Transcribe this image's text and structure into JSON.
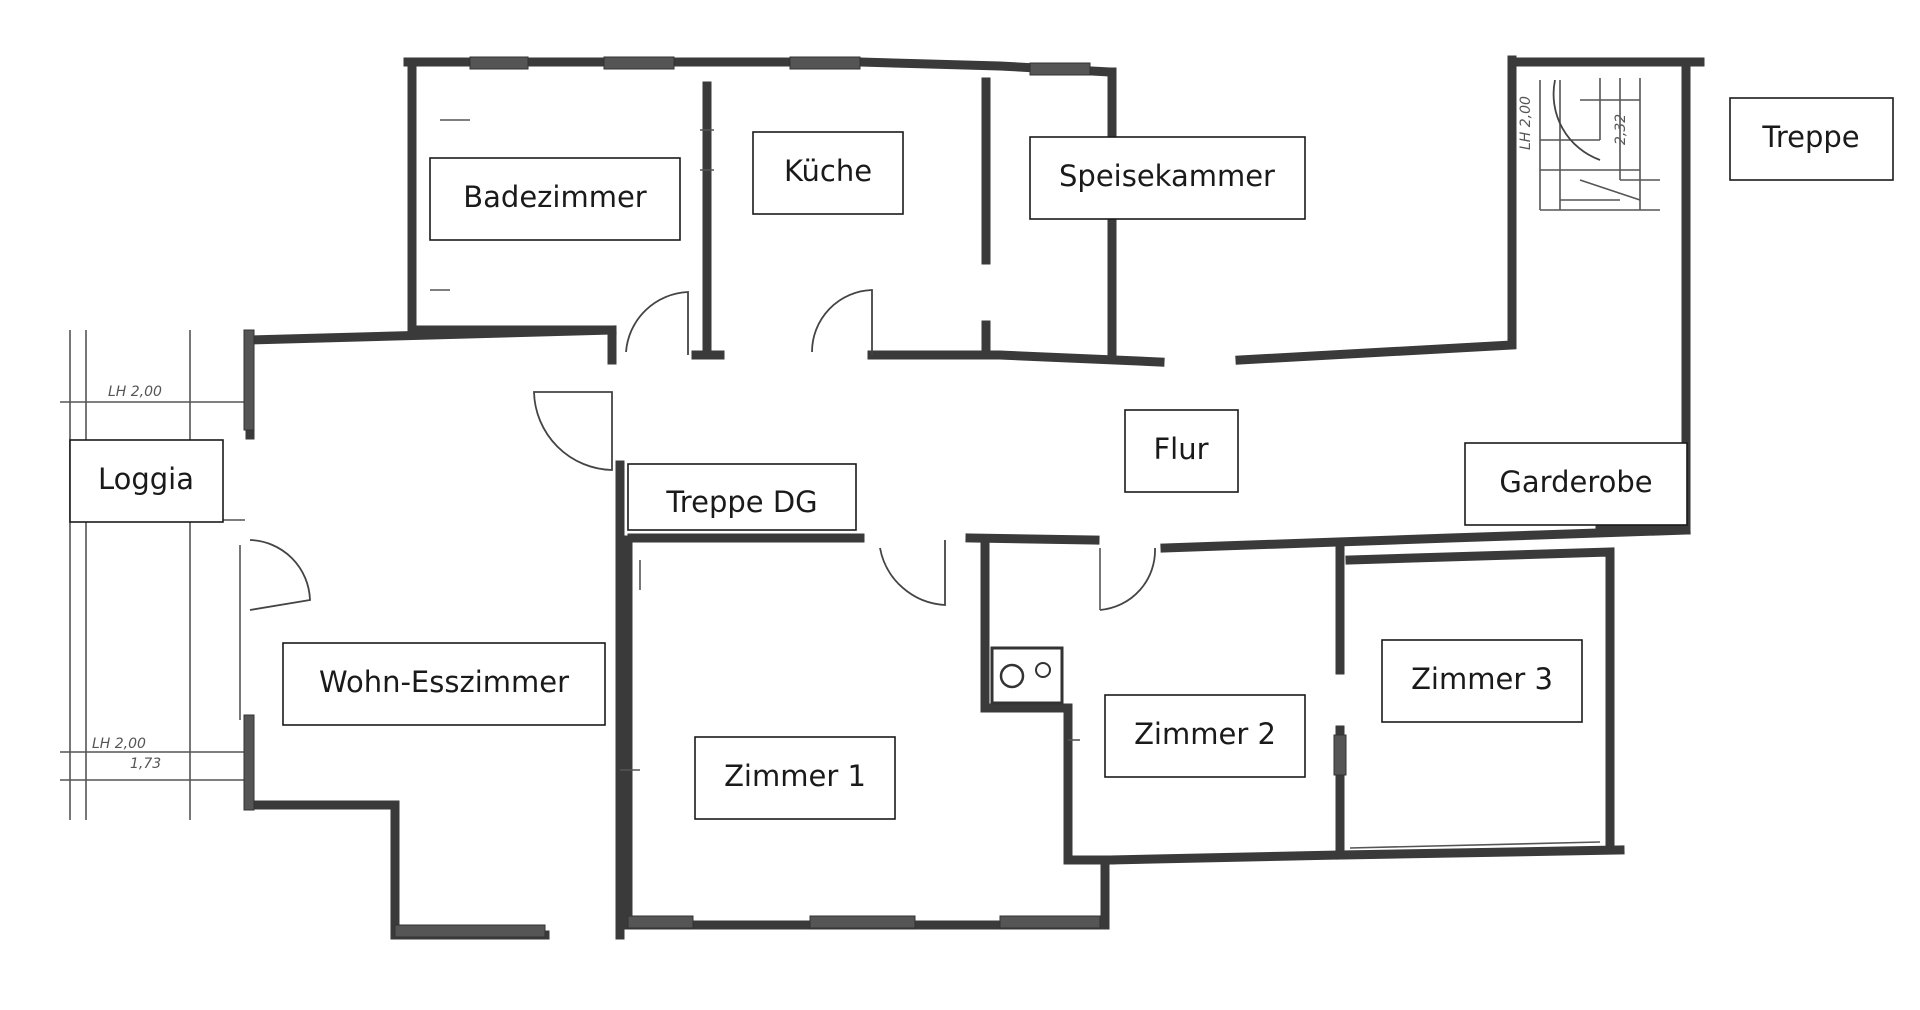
{
  "rooms": {
    "badezimmer": "Badezimmer",
    "kueche": "Küche",
    "speisekammer": "Speisekammer",
    "treppe": "Treppe",
    "loggia": "Loggia",
    "flur": "Flur",
    "garderobe": "Garderobe",
    "treppe_dg": "Treppe DG",
    "wohn_esszimmer": "Wohn-Esszimmer",
    "zimmer1": "Zimmer 1",
    "zimmer2": "Zimmer 2",
    "zimmer3": "Zimmer 3"
  },
  "dimensions": {
    "loggia_lh_top": "LH 2,00",
    "loggia_lh_bottom": "LH 2,00",
    "loggia_173": "1,73",
    "stair_lh": "LH 2,00",
    "stair_232": "2,32"
  }
}
